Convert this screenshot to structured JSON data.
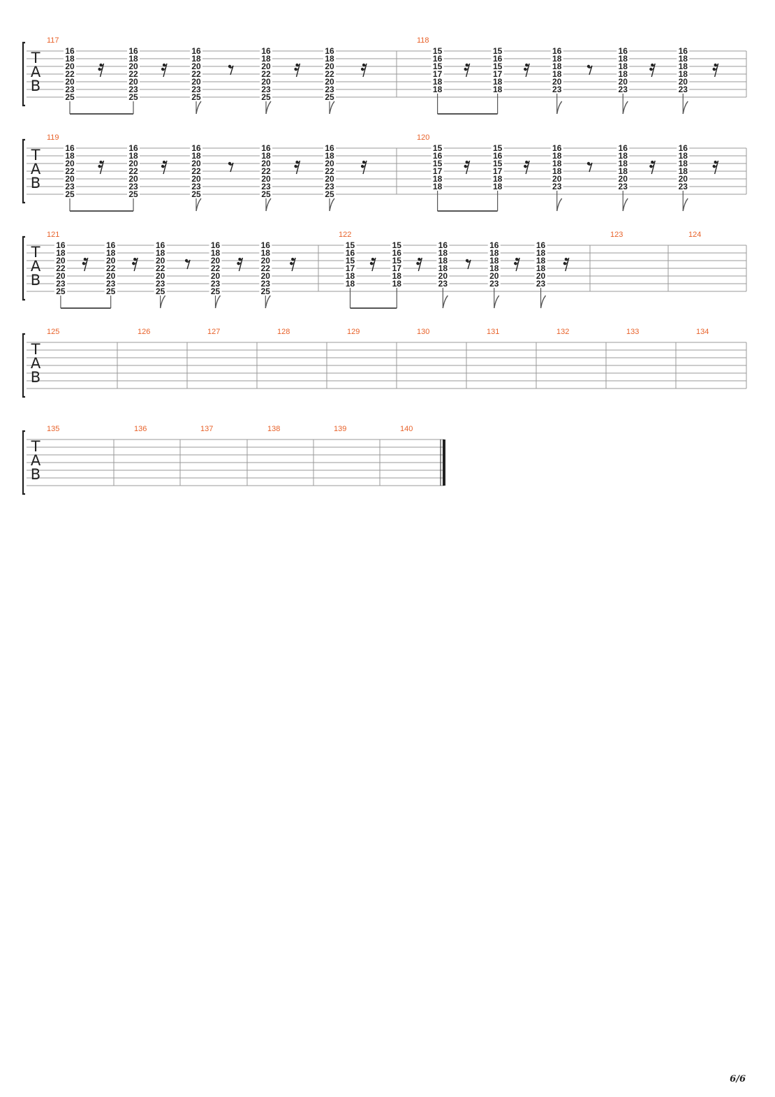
{
  "page_number": "6/6",
  "clef": [
    "T",
    "A",
    "B"
  ],
  "colors": {
    "measure_number": "#e8622a",
    "staff_line": "#999999",
    "ink": "#222222"
  },
  "chords": {
    "A": [
      "16",
      "18",
      "20",
      "22",
      "20",
      "23",
      "25"
    ],
    "B": [
      "15",
      "16",
      "15",
      "17",
      "18",
      "18"
    ],
    "C": [
      "16",
      "18",
      "18",
      "18",
      "20",
      "23"
    ]
  },
  "systems": [
    {
      "measures": [
        {
          "number": "117",
          "events": [
            {
              "chord": "A",
              "rest": "16th"
            },
            {
              "chord": "A",
              "rest": "16th"
            },
            {
              "chord": "A",
              "rest": "8th"
            },
            {
              "chord": "A",
              "rest": "16th"
            },
            {
              "chord": "A",
              "rest": "16th"
            }
          ]
        },
        {
          "number": "118",
          "events": [
            {
              "chord": "B",
              "rest": "16th"
            },
            {
              "chord": "B",
              "rest": "16th"
            },
            {
              "chord": "C",
              "rest": "8th"
            },
            {
              "chord": "C",
              "rest": "16th"
            },
            {
              "chord": "C",
              "rest": "16th"
            }
          ]
        }
      ]
    },
    {
      "measures": [
        {
          "number": "119",
          "events": [
            {
              "chord": "A",
              "rest": "16th"
            },
            {
              "chord": "A",
              "rest": "16th"
            },
            {
              "chord": "A",
              "rest": "8th"
            },
            {
              "chord": "A",
              "rest": "16th"
            },
            {
              "chord": "A",
              "rest": "16th"
            }
          ]
        },
        {
          "number": "120",
          "events": [
            {
              "chord": "B",
              "rest": "16th"
            },
            {
              "chord": "B",
              "rest": "16th"
            },
            {
              "chord": "C",
              "rest": "8th"
            },
            {
              "chord": "C",
              "rest": "16th"
            },
            {
              "chord": "C",
              "rest": "16th"
            }
          ]
        }
      ]
    },
    {
      "measures": [
        {
          "number": "121",
          "events": [
            {
              "chord": "A",
              "rest": "16th"
            },
            {
              "chord": "A",
              "rest": "16th"
            },
            {
              "chord": "A",
              "rest": "8th"
            },
            {
              "chord": "A",
              "rest": "16th"
            },
            {
              "chord": "A",
              "rest": "16th"
            }
          ]
        },
        {
          "number": "122",
          "events": [
            {
              "chord": "B",
              "rest": "16th"
            },
            {
              "chord": "B",
              "rest": "16th"
            },
            {
              "chord": "C",
              "rest": "8th"
            },
            {
              "chord": "C",
              "rest": "16th"
            },
            {
              "chord": "C",
              "rest": "16th"
            }
          ]
        },
        {
          "number": "123",
          "events": []
        },
        {
          "number": "124",
          "events": []
        }
      ]
    },
    {
      "measures": [
        {
          "number": "125",
          "events": []
        },
        {
          "number": "126",
          "events": []
        },
        {
          "number": "127",
          "events": []
        },
        {
          "number": "128",
          "events": []
        },
        {
          "number": "129",
          "events": []
        },
        {
          "number": "130",
          "events": []
        },
        {
          "number": "131",
          "events": []
        },
        {
          "number": "132",
          "events": []
        },
        {
          "number": "133",
          "events": []
        },
        {
          "number": "134",
          "events": []
        }
      ]
    },
    {
      "final_barline": true,
      "measures": [
        {
          "number": "135",
          "events": []
        },
        {
          "number": "136",
          "events": []
        },
        {
          "number": "137",
          "events": []
        },
        {
          "number": "138",
          "events": []
        },
        {
          "number": "139",
          "events": []
        },
        {
          "number": "140",
          "events": []
        }
      ]
    }
  ]
}
